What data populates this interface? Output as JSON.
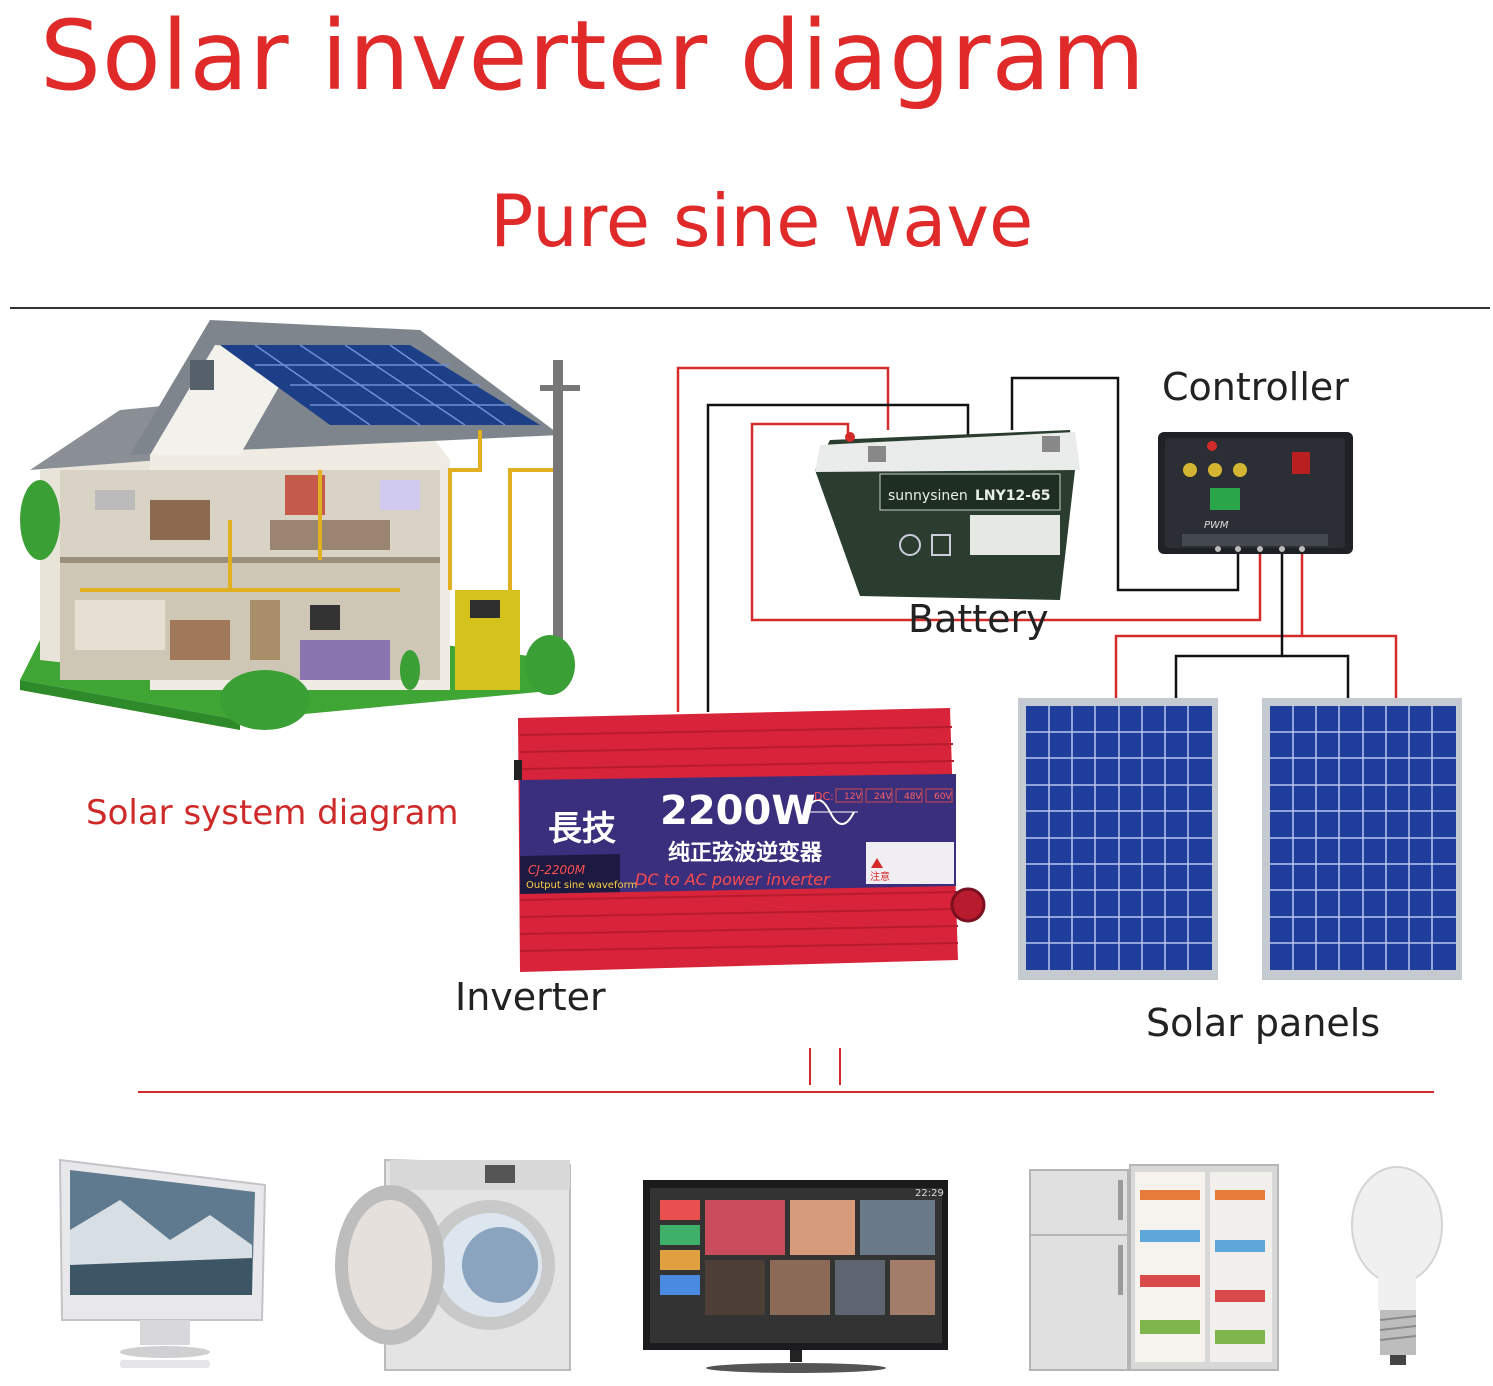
{
  "title": "Solar inverter diagram",
  "subtitle": "Pure sine wave",
  "labels": {
    "controller": "Controller",
    "battery": "Battery",
    "solar_system": "Solar system diagram",
    "inverter": "Inverter",
    "solar_panels": "Solar panels"
  },
  "inverter_device": {
    "brand": "長技",
    "power": "2200W",
    "chinese_name": "纯正弦波逆变器",
    "subtitle": "DC to AC power inverter",
    "model": "CJ-2200M",
    "waveform": "Output sine waveform",
    "dc_label": "DC:",
    "voltages": [
      "12V",
      "24V",
      "48V",
      "60V"
    ],
    "warning": "注意"
  },
  "battery_device": {
    "brand": "sunnysinen",
    "model": "LNY12-65"
  },
  "controller_device": {
    "label": "PWM"
  },
  "tv_screen": {
    "clock": "22:29"
  },
  "colors": {
    "title_red": "#e02a2a",
    "wire_red": "#d42a2a",
    "wire_black": "#111111",
    "inverter_red": "#d8243a",
    "panel_blue": "#2a4fc2"
  },
  "appliances": [
    "monitor-icon",
    "washing-machine-icon",
    "tv-icon",
    "refrigerator-icon",
    "light-bulb-icon"
  ]
}
